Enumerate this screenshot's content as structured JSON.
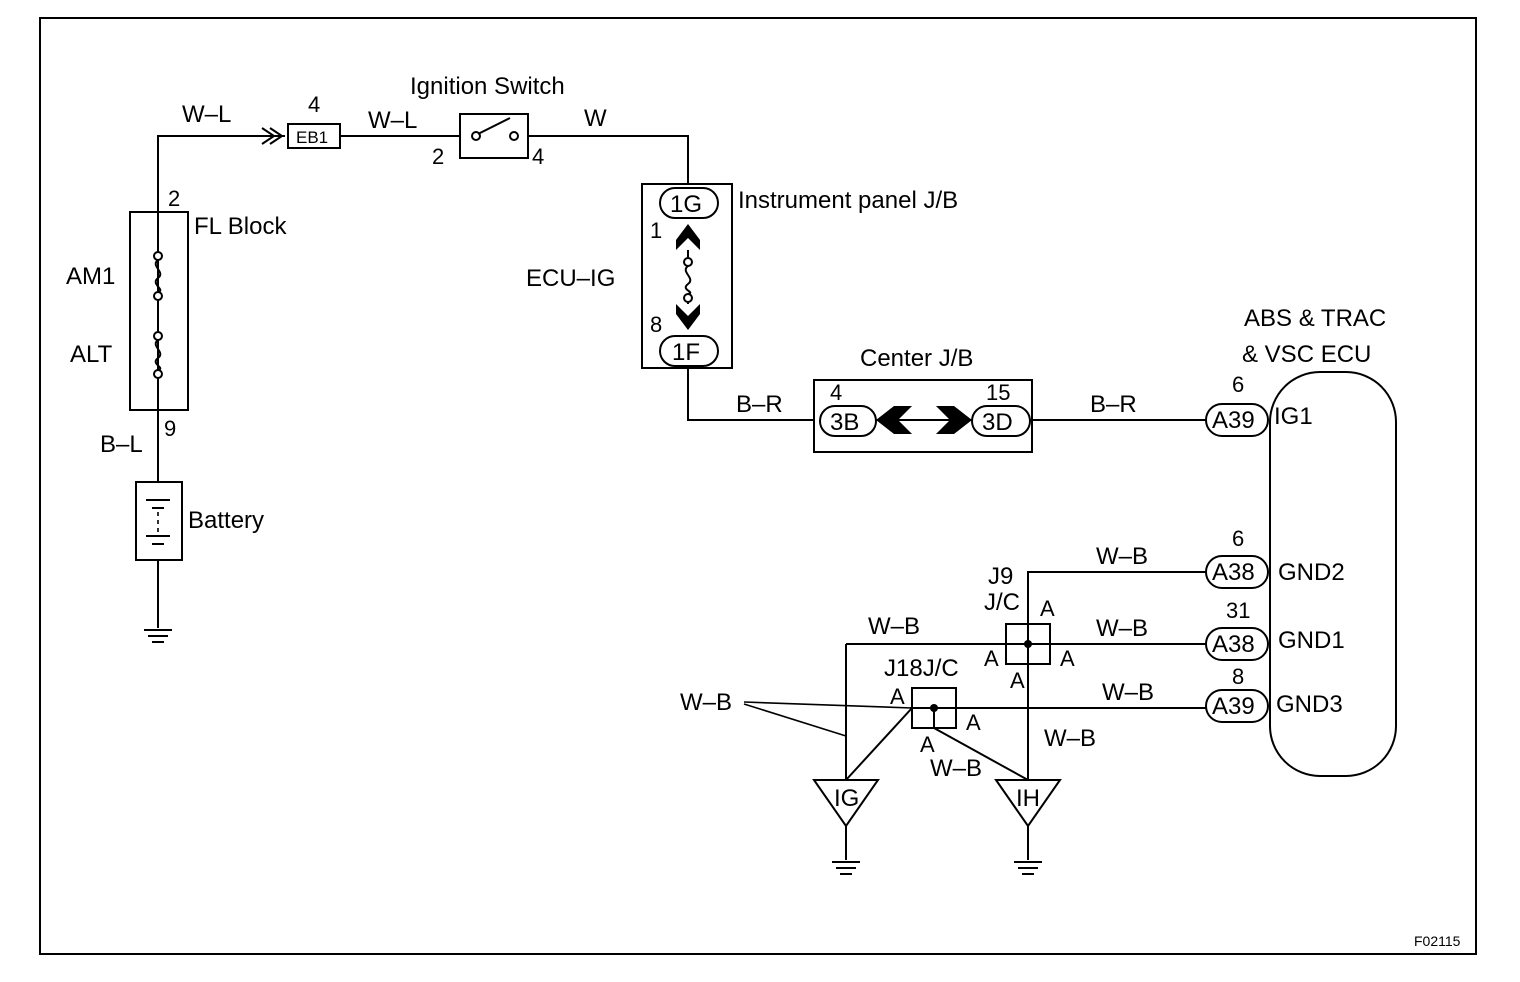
{
  "wires": {
    "wl_left": "W–L",
    "wl_right": "W–L",
    "w_ign": "W",
    "bl": "B–L",
    "br_left": "B–R",
    "br_right": "B–R",
    "wb_gnd2": "W–B",
    "wb_gnd1": "W–B",
    "wb_gnd3": "W–B",
    "wb_left": "W–B",
    "wb_lead": "W–B",
    "wb_ih1": "W–B",
    "wb_ih2": "W–B"
  },
  "components": {
    "fl_block": "FL Block",
    "am1": "AM1",
    "alt": "ALT",
    "battery": "Battery",
    "ignition_switch": "Ignition Switch",
    "instrument_jb": "Instrument panel J/B",
    "ecu_ig": "ECU–IG",
    "center_jb": "Center J/B",
    "ecu_line1": "ABS & TRAC",
    "ecu_line2": "& VSC  ECU",
    "j9": "J9",
    "j9_jc": "J/C",
    "j18": "J18J/C"
  },
  "connectors": {
    "eb1": "EB1",
    "c1g": "1G",
    "c1f": "1F",
    "c3b": "3B",
    "c3d": "3D",
    "a39_ig1": "A39",
    "a38_gnd2": "A38",
    "a38_gnd1": "A38",
    "a39_gnd3": "A39"
  },
  "pins": {
    "eb1_pin": "4",
    "fl_top": "2",
    "fl_bottom": "9",
    "ign_in": "2",
    "ign_out": "4",
    "ig_pin1": "1",
    "ig_pin8": "8",
    "c3b_pin": "4",
    "c3d_pin": "15",
    "ig1_pin": "6",
    "gnd2_pin": "6",
    "gnd1_pin": "31",
    "gnd3_pin": "8"
  },
  "terminals": {
    "ig1": "IG1",
    "gnd2": "GND2",
    "gnd1": "GND1",
    "gnd3": "GND3"
  },
  "junction_pins": {
    "j9_top": "A",
    "j9_left": "A",
    "j9_right": "A",
    "j9_bottom": "A",
    "j18_left": "A",
    "j18_right": "A",
    "j18_bottom": "A"
  },
  "grounds": {
    "ig": "IG",
    "ih": "IH"
  },
  "figure_code": "F02115"
}
